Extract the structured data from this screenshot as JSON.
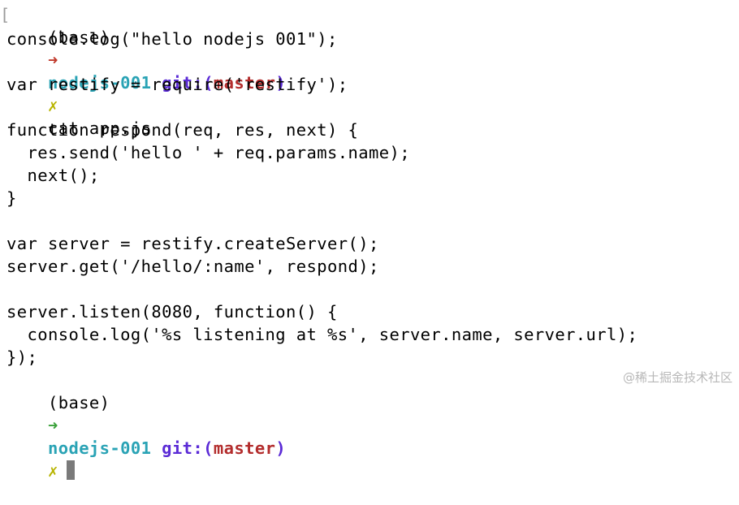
{
  "colors": {
    "text": "#000000",
    "arrow_red": "#c0392b",
    "arrow_green": "#3aa13a",
    "dir_cyan": "#2aa3b5",
    "git_purple": "#5b2bd6",
    "branch_red": "#b32d2d",
    "dirty_yellow": "#b8b400",
    "cursor": "#7a7a7a"
  },
  "prompt1": {
    "env": "(base)",
    "arrow": "➜",
    "dir": "nodejs-001",
    "git_open": "git:(",
    "branch": "master",
    "git_close": ")",
    "dirty": "✗",
    "command": "cat app.js"
  },
  "code_lines": [
    "console.log(\"hello nodejs 001\");",
    "",
    "var restify = require('restify');",
    "",
    "function respond(req, res, next) {",
    "  res.send('hello ' + req.params.name);",
    "  next();",
    "}",
    "",
    "var server = restify.createServer();",
    "server.get('/hello/:name', respond);",
    "",
    "server.listen(8080, function() {",
    "  console.log('%s listening at %s', server.name, server.url);",
    "});"
  ],
  "prompt2": {
    "env": "(base)",
    "arrow": "➜",
    "dir": "nodejs-001",
    "git_open": "git:(",
    "branch": "master",
    "git_close": ")",
    "dirty": "✗"
  },
  "watermark": "@稀土掘金技术社区"
}
